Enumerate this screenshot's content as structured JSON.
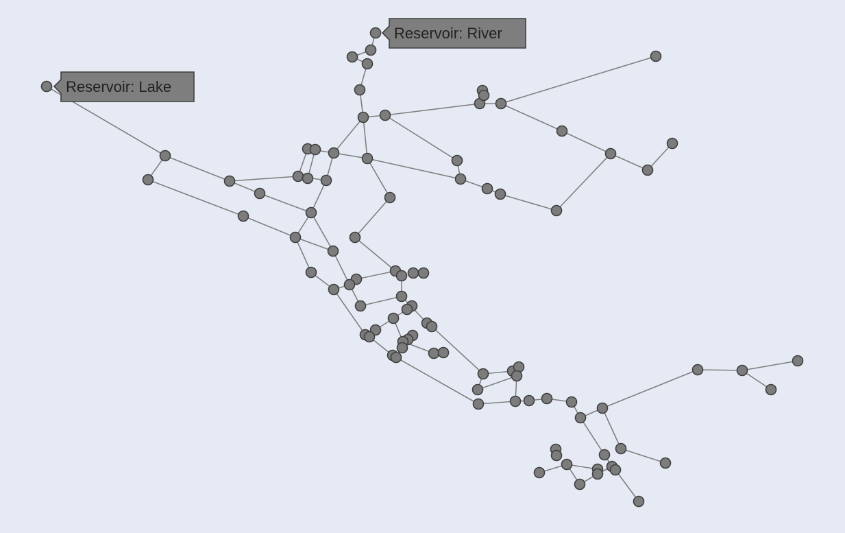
{
  "network": {
    "reservoirs": [
      {
        "id": "reservoir-lake",
        "label": "Reservoir: Lake"
      },
      {
        "id": "reservoir-river",
        "label": "Reservoir: River"
      }
    ],
    "colors": {
      "background": "#e5eaf4",
      "pipe": "#808080",
      "node_fill": "#7c7c7c",
      "node_stroke": "#3f3f3f",
      "label_fill": "#7e7e7e",
      "label_text": "#222222"
    }
  }
}
